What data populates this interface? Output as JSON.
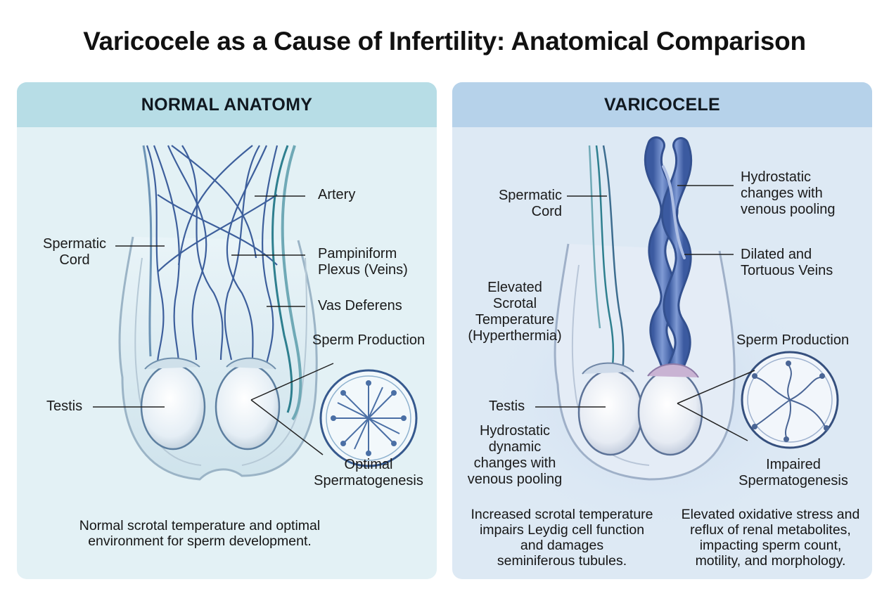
{
  "title": "Varicocele as a Cause of Infertility: Anatomical Comparison",
  "normal": {
    "header": "NORMAL ANATOMY",
    "labels": {
      "artery": "Artery",
      "spermatic_cord": "Spermatic\nCord",
      "pampiniform": "Pampiniform\nPlexus (Veins)",
      "vas_deferens": "Vas Deferens",
      "sperm_production": "Sperm Production",
      "testis": "Testis",
      "outcome": "Optimal\nSpermatogenesis"
    },
    "caption": "Normal scrotal temperature and optimal\nenvironment for sperm development."
  },
  "varicocele": {
    "header": "VARICOCELE",
    "labels": {
      "spermatic_cord": "Spermatic\nCord",
      "hydrostatic_top": "Hydrostatic\nchanges with\nvenous pooling",
      "dilated_veins": "Dilated and\nTortuous Veins",
      "elevated_temp": "Elevated\nScrotal\nTemperature\n(Hyperthermia)",
      "sperm_production": "Sperm Production",
      "testis": "Testis",
      "hydrostatic_dynamic": "Hydrostatic\ndynamic\nchanges with\nvenous pooling",
      "outcome": "Impaired\nSpermatogenesis"
    },
    "caption_left": "Increased scrotal temperature\nimpairs Leydig cell function\nand damages\nseminiferous tubules.",
    "caption_right": "Elevated oxidative stress and\nreflux of renal metabolites,\nimpacting sperm count,\nmotility, and morphology."
  },
  "colors": {
    "vein": "#3d5f9c",
    "artery": "#2e7f8f",
    "dilated_vein": "#5b78b8",
    "testis": "#eef4f8",
    "leader": "#222222"
  }
}
